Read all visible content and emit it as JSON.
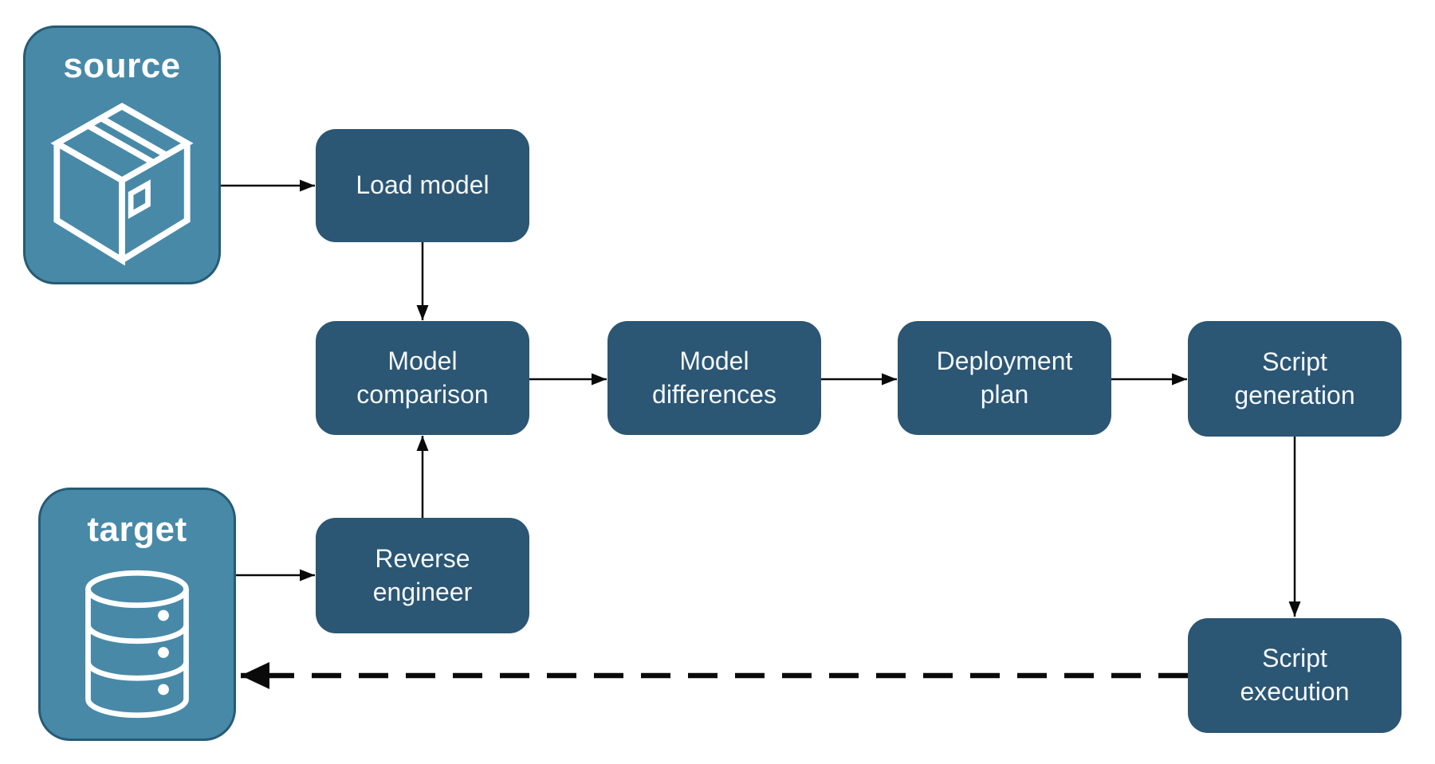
{
  "diagram": {
    "description": "Schema deployment pipeline flowchart",
    "colors": {
      "background": "#ffffff",
      "entity_fill": "#4889a8",
      "entity_border": "#255b75",
      "entity_text": "#ffffff",
      "step_fill": "#2b5674",
      "step_text": "#f5f8fa",
      "arrow": "#0a0a0a"
    },
    "entities": [
      {
        "id": "source",
        "label": "source",
        "icon": "package-icon"
      },
      {
        "id": "target",
        "label": "target",
        "icon": "database-icon"
      }
    ],
    "steps": [
      {
        "id": "load-model",
        "label": "Load model"
      },
      {
        "id": "model-comparison",
        "label": "Model comparison"
      },
      {
        "id": "model-differences",
        "label": "Model differences"
      },
      {
        "id": "deployment-plan",
        "label": "Deployment plan"
      },
      {
        "id": "script-generation",
        "label": "Script generation"
      },
      {
        "id": "reverse-engineer",
        "label": "Reverse engineer"
      },
      {
        "id": "script-execution",
        "label": "Script execution"
      }
    ],
    "connections": [
      {
        "from": "source",
        "to": "load-model",
        "style": "solid"
      },
      {
        "from": "load-model",
        "to": "model-comparison",
        "style": "solid"
      },
      {
        "from": "model-comparison",
        "to": "model-differences",
        "style": "solid"
      },
      {
        "from": "model-differences",
        "to": "deployment-plan",
        "style": "solid"
      },
      {
        "from": "deployment-plan",
        "to": "script-generation",
        "style": "solid"
      },
      {
        "from": "script-generation",
        "to": "script-execution",
        "style": "solid"
      },
      {
        "from": "target",
        "to": "reverse-engineer",
        "style": "solid"
      },
      {
        "from": "reverse-engineer",
        "to": "model-comparison",
        "style": "solid"
      },
      {
        "from": "script-execution",
        "to": "target",
        "style": "dashed"
      }
    ]
  }
}
